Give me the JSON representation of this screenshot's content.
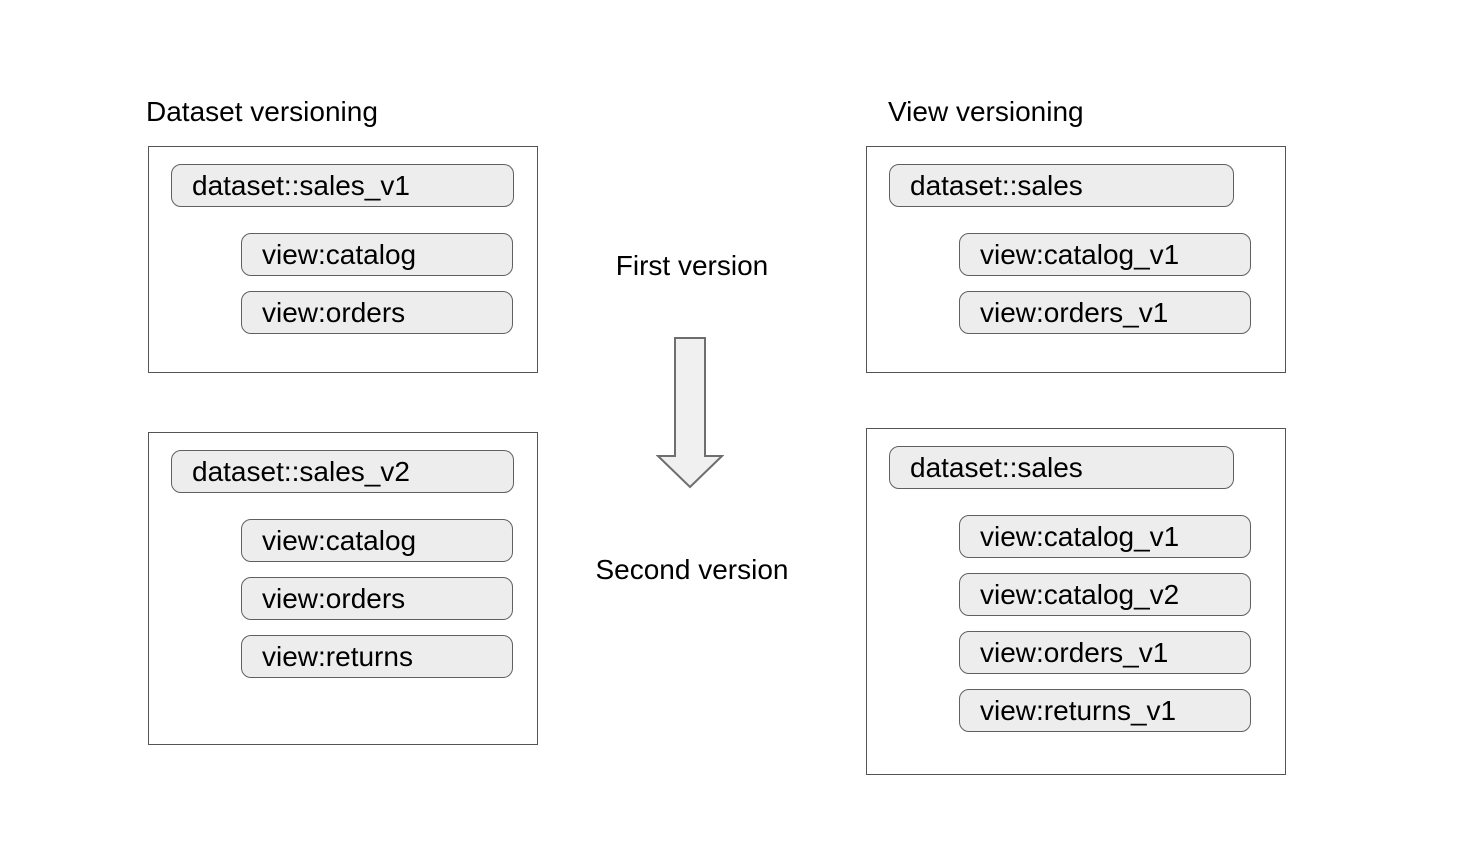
{
  "diagram": {
    "left_column": {
      "title": "Dataset versioning",
      "first_box": {
        "dataset": "dataset::sales_v1",
        "views": [
          "view:catalog",
          "view:orders"
        ]
      },
      "second_box": {
        "dataset": "dataset::sales_v2",
        "views": [
          "view:catalog",
          "view:orders",
          "view:returns"
        ]
      }
    },
    "right_column": {
      "title": "View versioning",
      "first_box": {
        "dataset": "dataset::sales",
        "views": [
          "view:catalog_v1",
          "view:orders_v1"
        ]
      },
      "second_box": {
        "dataset": "dataset::sales",
        "views": [
          "view:catalog_v1",
          "view:catalog_v2",
          "view:orders_v1",
          "view:returns_v1"
        ]
      }
    },
    "center": {
      "first_label": "First version",
      "second_label": "Second version",
      "arrow_icon": "down-arrow"
    },
    "colors": {
      "background": "#ffffff",
      "text": "#000000",
      "box_border": "#545454",
      "pill_fill": "#ededed",
      "pill_border": "#606060",
      "arrow_fill": "#f0f0f0",
      "arrow_border": "#6e6e6e"
    }
  }
}
